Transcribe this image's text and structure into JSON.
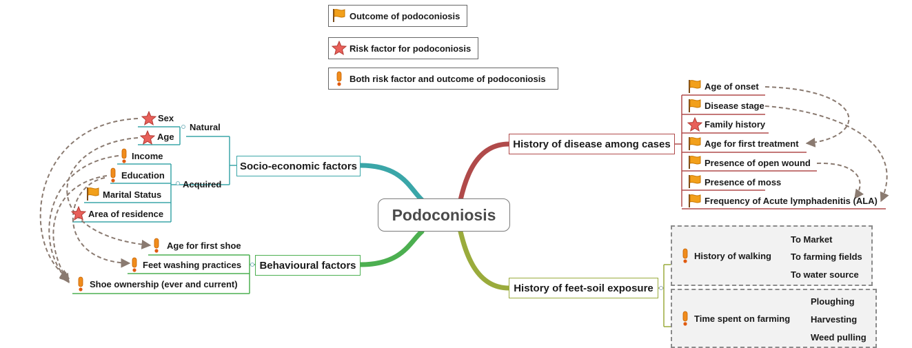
{
  "legend": {
    "outcome": "Outcome of podoconiosis",
    "risk": "Risk factor for podoconiosis",
    "both": "Both risk factor and outcome of podoconiosis"
  },
  "central": "Podoconiosis",
  "branches": {
    "socio": "Socio-economic factors",
    "behav": "Behavioural factors",
    "history": "History of disease among cases",
    "exposure": "History of feet-soil exposure"
  },
  "socio": {
    "natural": "Natural",
    "acquired": "Acquired",
    "sex": "Sex",
    "age": "Age",
    "income": "Income",
    "education": "Education",
    "marital": "Marital Status",
    "area": "Area of residence"
  },
  "behav": {
    "first_shoe": "Age for first shoe",
    "feet_washing": "Feet washing practices",
    "shoe_ownership": "Shoe ownership (ever and current)"
  },
  "history": {
    "onset": "Age of onset",
    "stage": "Disease stage",
    "family": "Family history",
    "first_treatment": "Age for first treatment",
    "open_wound": "Presence of open wound",
    "moss": "Presence of moss",
    "ala": "Frequency of Acute lymphadenitis (ALA)"
  },
  "exposure": {
    "walking": "History of walking",
    "market": "To Market",
    "fields": "To farming fields",
    "water": "To water source",
    "farming": "Time spent on farming",
    "ploughing": "Ploughing",
    "harvesting": "Harvesting",
    "weed": "Weed pulling"
  },
  "colors": {
    "socio": "#3aa6a8",
    "behav": "#4caf50",
    "history": "#b04a4a",
    "exposure": "#9aab3c",
    "arrow": "#8a7a70"
  }
}
